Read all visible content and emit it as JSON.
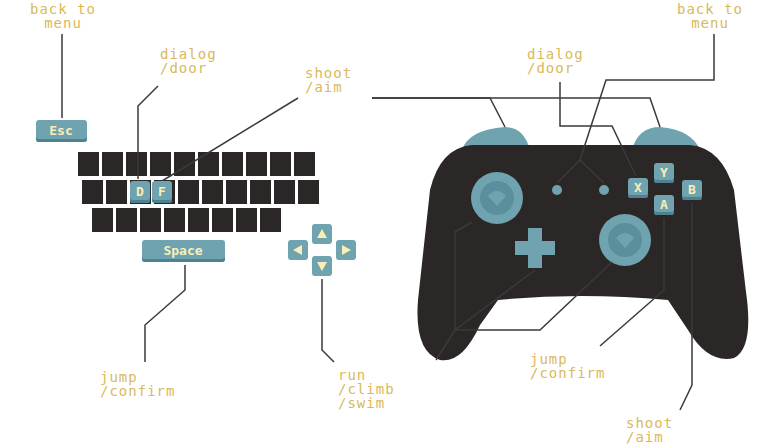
{
  "diagram": {
    "nodes": [
      {
        "text": [
          "Esc"
        ]
      },
      {
        "text": [
          "D"
        ]
      },
      {
        "text": [
          "F"
        ]
      },
      {
        "text": [
          "Space"
        ]
      },
      {
        "text": [
          "X"
        ]
      },
      {
        "text": [
          "Y"
        ]
      },
      {
        "text": [
          "A"
        ]
      },
      {
        "text": [
          "B"
        ]
      }
    ],
    "edges": [],
    "labels": [
      "back to menu",
      "back to menu",
      "dialog /door",
      "shoot /aim",
      "dialog /door",
      "jump /confirm",
      "run /climb /swim",
      "jump /confirm",
      "shoot /aim"
    ]
  }
}
